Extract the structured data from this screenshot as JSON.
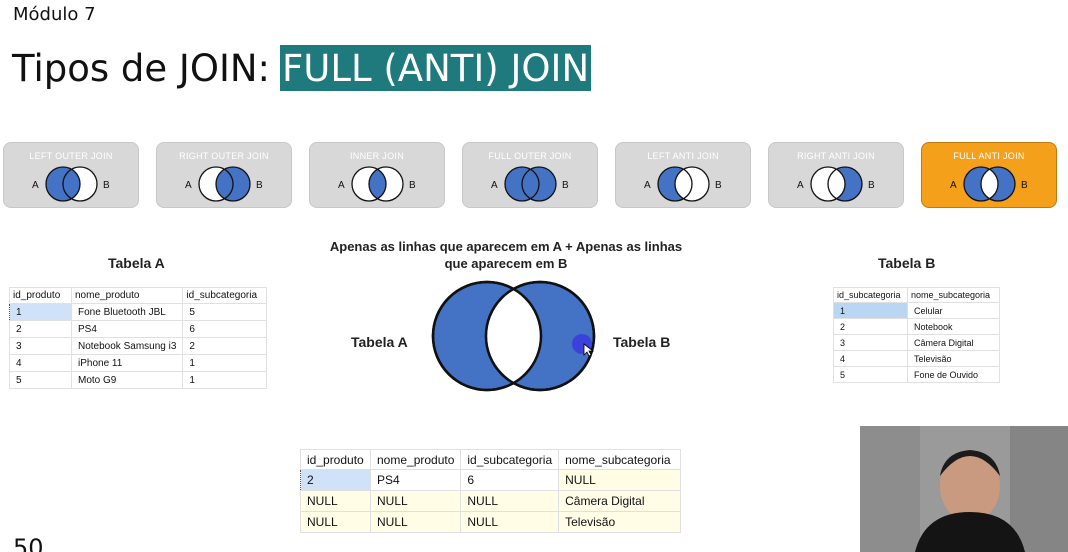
{
  "slide": {
    "module": "Módulo 7",
    "title_prefix": "Tipos de JOIN:",
    "title_highlight": "FULL (ANTI) JOIN",
    "page_number": "50"
  },
  "join_types": [
    {
      "label": "LEFT OUTER JOIN",
      "fill": "left-outer"
    },
    {
      "label": "RIGHT OUTER JOIN",
      "fill": "right-outer"
    },
    {
      "label": "INNER JOIN",
      "fill": "inner"
    },
    {
      "label": "FULL OUTER JOIN",
      "fill": "full-outer"
    },
    {
      "label": "LEFT ANTI JOIN",
      "fill": "left-anti"
    },
    {
      "label": "RIGHT ANTI JOIN",
      "fill": "right-anti"
    },
    {
      "label": "FULL ANTI JOIN",
      "fill": "full-anti",
      "active": true
    }
  ],
  "venn_letters": {
    "a": "A",
    "b": "B"
  },
  "colors": {
    "accent_teal": "#1f7a7d",
    "active_orange": "#f5a01a",
    "venn_blue": "#4472c4",
    "card_gray": "#d8d8d8"
  },
  "table_a": {
    "title": "Tabela A",
    "columns": [
      "id_produto",
      "nome_produto",
      "id_subcategoria"
    ],
    "rows": [
      [
        "1",
        "Fone Bluetooth JBL",
        "5"
      ],
      [
        "2",
        "PS4",
        "6"
      ],
      [
        "3",
        "Notebook Samsung i3",
        "2"
      ],
      [
        "4",
        "iPhone 11",
        "1"
      ],
      [
        "5",
        "Moto G9",
        "1"
      ]
    ]
  },
  "table_b": {
    "title": "Tabela B",
    "columns": [
      "id_subcategoria",
      "nome_subcategoria"
    ],
    "rows": [
      [
        "1",
        "Celular"
      ],
      [
        "2",
        "Notebook"
      ],
      [
        "3",
        "Câmera Digital"
      ],
      [
        "4",
        "Televisão"
      ],
      [
        "5",
        "Fone de Ouvido"
      ]
    ]
  },
  "venn": {
    "description": "Apenas as linhas que aparecem em A + Apenas as linhas que aparecem em B",
    "left_label": "Tabela A",
    "right_label": "Tabela B"
  },
  "result_table": {
    "columns": [
      "id_produto",
      "nome_produto",
      "id_subcategoria",
      "nome_subcategoria"
    ],
    "rows": [
      [
        "2",
        "PS4",
        "6",
        "NULL"
      ],
      [
        "NULL",
        "NULL",
        "NULL",
        "Câmera Digital"
      ],
      [
        "NULL",
        "NULL",
        "NULL",
        "Televisão"
      ]
    ]
  }
}
